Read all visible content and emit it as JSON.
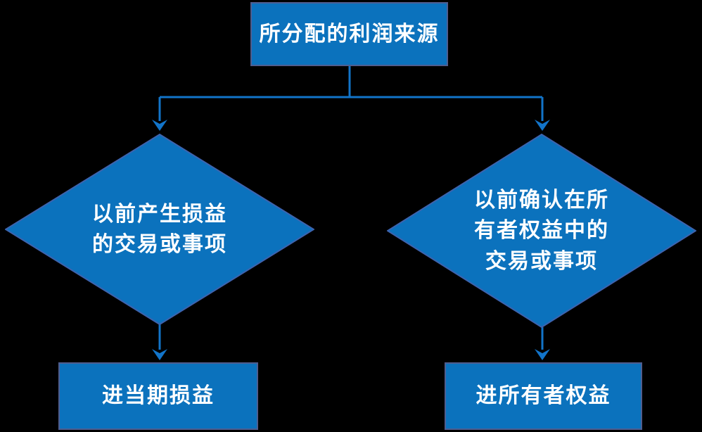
{
  "theme": {
    "background_color": "#000000",
    "node_fill": "#0B72BD",
    "rect_border": "#4F5D8F",
    "diamond_border": "#3D63AE",
    "connector_color": "#1274C9",
    "text_color": "#FFFFFF"
  },
  "flowchart": {
    "source": {
      "label": "所分配的利润来源"
    },
    "branch_left": {
      "label": "以前产生损益\n的交易或事项"
    },
    "branch_right": {
      "label": "以前确认在所\n有者权益中的\n交易或事项"
    },
    "outcome_left": {
      "label": "进当期损益"
    },
    "outcome_right": {
      "label": "进所有者权益"
    }
  }
}
